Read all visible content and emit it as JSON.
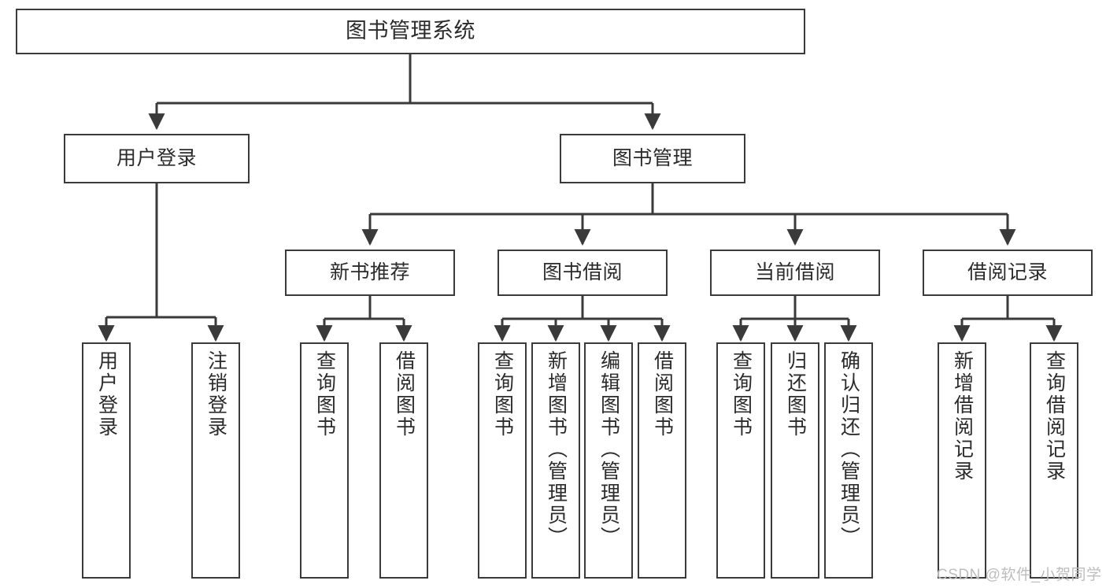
{
  "diagram": {
    "title": "图书管理系统",
    "type": "tree-hierarchy-chart",
    "orientation": "top-down",
    "colors": {
      "box_border": "#3a3a3a",
      "box_fill": "#ffffff",
      "edge": "#3a3a3a",
      "text": "#2b2b2b",
      "watermark": "#bdbdbd",
      "background": "#ffffff"
    },
    "root": {
      "id": "root",
      "label": "图书管理系统"
    },
    "level2": [
      {
        "id": "user-login",
        "label": "用户登录"
      },
      {
        "id": "book-manage",
        "label": "图书管理"
      }
    ],
    "level3": [
      {
        "id": "new-book-rec",
        "label": "新书推荐"
      },
      {
        "id": "book-borrow",
        "label": "图书借阅"
      },
      {
        "id": "current-borrow",
        "label": "当前借阅"
      },
      {
        "id": "borrow-record",
        "label": "借阅记录"
      }
    ],
    "leaves": {
      "user_login": [
        {
          "id": "leaf-user-login",
          "label": "用户登录"
        },
        {
          "id": "leaf-logout-login",
          "label": "注销登录"
        }
      ],
      "new_book_rec": [
        {
          "id": "leaf-query-book-1",
          "label": "查询图书"
        },
        {
          "id": "leaf-borrow-book-1",
          "label": "借阅图书"
        }
      ],
      "book_borrow": [
        {
          "id": "leaf-query-book-2",
          "label": "查询图书"
        },
        {
          "id": "leaf-add-book",
          "label": "新增图书（管理员）"
        },
        {
          "id": "leaf-edit-book",
          "label": "编辑图书（管理员）"
        },
        {
          "id": "leaf-borrow-book-2",
          "label": "借阅图书"
        }
      ],
      "current_borrow": [
        {
          "id": "leaf-query-book-3",
          "label": "查询图书"
        },
        {
          "id": "leaf-return-book",
          "label": "归还图书"
        },
        {
          "id": "leaf-confirm-return",
          "label": "确认归还（管理员）"
        }
      ],
      "borrow_record": [
        {
          "id": "leaf-add-record",
          "label": "新增借阅记录"
        },
        {
          "id": "leaf-query-record",
          "label": "查询借阅记录"
        }
      ]
    }
  },
  "watermark": {
    "text": "CSDN @软件_小贺同学"
  }
}
